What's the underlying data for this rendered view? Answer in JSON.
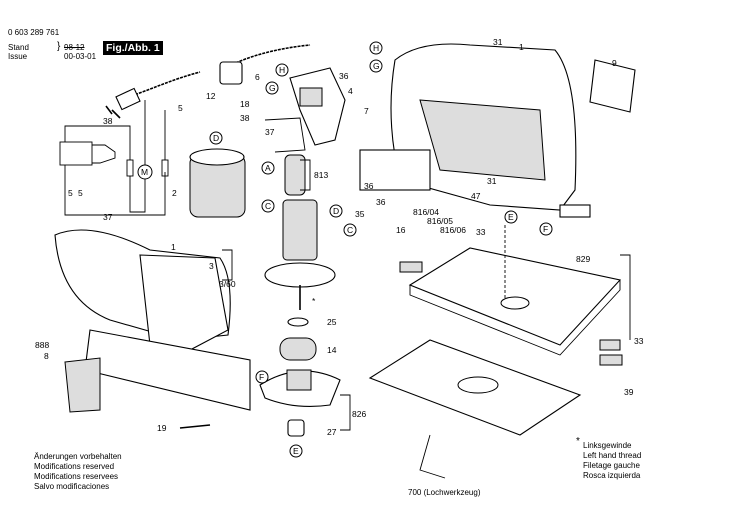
{
  "header": {
    "part_number": "0 603 289 761",
    "stand_label": "Stand",
    "issue_label": "Issue",
    "stand_value": "98-12",
    "issue_value": "00-03-01",
    "figure_label": "Fig./Abb. 1"
  },
  "footer_left": [
    "Änderungen vorbehalten",
    "Modifications reserved",
    "Modifications reservees",
    "Salvo modificaciones"
  ],
  "footer_right": {
    "asterisk": "*",
    "lines": [
      "Linksgewinde",
      "Left hand thread",
      "Filetage gauche",
      "Rosca izquierda"
    ]
  },
  "bottom_label": "700 (Lochwerkzeug)",
  "schematic": {
    "top_wire": "38",
    "bottom_wire": "37",
    "left_terminal": "5",
    "right_terminal": "5",
    "motor": "M"
  },
  "callouts": [
    "31",
    "1",
    "9",
    "H",
    "G",
    "6",
    "H",
    "36",
    "4",
    "7",
    "12",
    "G",
    "18",
    "5",
    "38",
    "37",
    "A",
    "D",
    "813",
    "2",
    "C",
    "36",
    "36",
    "35",
    "D",
    "C",
    "816/04",
    "816/05",
    "816/06",
    "16",
    "33",
    "31",
    "47",
    "E",
    "F",
    "1",
    "3",
    "3/60",
    "*",
    "25",
    "14",
    "829",
    "888",
    "8",
    "F",
    "826",
    "27",
    "19",
    "E",
    "33",
    "39"
  ]
}
